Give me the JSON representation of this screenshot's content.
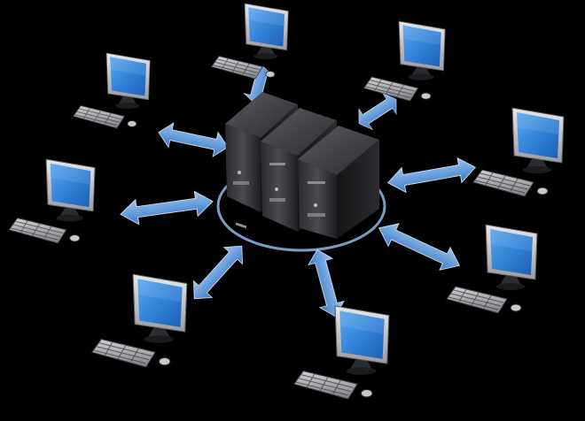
{
  "diagram": {
    "type": "client-server network",
    "center": {
      "name": "server-cluster",
      "servers": 3
    },
    "clients": [
      {
        "id": "client-top"
      },
      {
        "id": "client-top-right"
      },
      {
        "id": "client-right"
      },
      {
        "id": "client-bottom-right"
      },
      {
        "id": "client-bottom"
      },
      {
        "id": "client-bottom-left"
      },
      {
        "id": "client-left"
      },
      {
        "id": "client-top-left"
      }
    ],
    "connections": "bidirectional",
    "colors": {
      "background": "#000000",
      "arrow": "#6fa8e8",
      "screen": "#2f7fd6",
      "server": "#1c1c1e"
    }
  }
}
